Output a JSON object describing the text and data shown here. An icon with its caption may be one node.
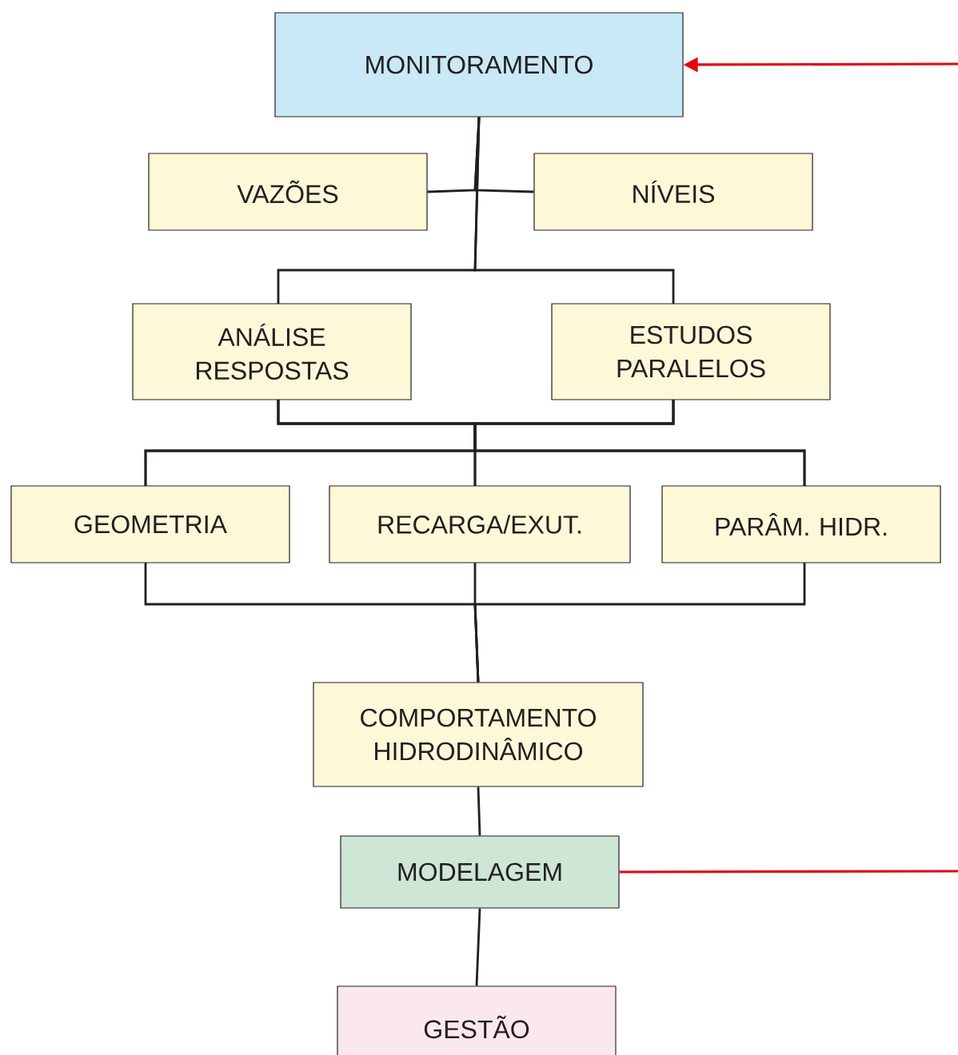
{
  "diagram": {
    "nodes": [
      {
        "text": [
          "MONITORAMENTO"
        ]
      },
      {
        "text": [
          "VAZÕES"
        ]
      },
      {
        "text": [
          "NÍVEIS"
        ]
      },
      {
        "text": [
          "ANÁLISE RESPOSTAS"
        ]
      },
      {
        "text": [
          "ESTUDOS PARALELOS"
        ]
      },
      {
        "text": [
          "GEOMETRIA"
        ]
      },
      {
        "text": [
          "RECARGA/EXUT."
        ]
      },
      {
        "text": [
          "PARÂM. HIDR."
        ]
      },
      {
        "text": [
          "COMPORTAMENTO HIDRODINÂMICO"
        ]
      },
      {
        "text": [
          "MODELAGEM"
        ]
      },
      {
        "text": [
          "GESTÃO"
        ]
      }
    ],
    "edges": [
      {
        "from": 1,
        "to": 0,
        "arrow": "none"
      },
      {
        "from": 2,
        "to": 0,
        "arrow": "none"
      },
      {
        "from": 0,
        "to": 3,
        "arrow": "none"
      },
      {
        "from": 0,
        "to": 4,
        "arrow": "none"
      },
      {
        "from": 3,
        "to": 5,
        "arrow": "none"
      },
      {
        "from": 3,
        "to": 6,
        "arrow": "none"
      },
      {
        "from": 3,
        "to": 7,
        "arrow": "none"
      },
      {
        "from": 4,
        "to": 5,
        "arrow": "none"
      },
      {
        "from": 4,
        "to": 6,
        "arrow": "none"
      },
      {
        "from": 4,
        "to": 7,
        "arrow": "none"
      },
      {
        "from": 5,
        "to": 8,
        "arrow": "none"
      },
      {
        "from": 6,
        "to": 8,
        "arrow": "none"
      },
      {
        "from": 7,
        "to": 8,
        "arrow": "none"
      },
      {
        "from": 8,
        "to": 9,
        "arrow": "none"
      },
      {
        "from": 9,
        "to": 10,
        "arrow": "none"
      },
      {
        "from": null,
        "to": 0,
        "arrow": "to",
        "color": "#e30613"
      },
      {
        "from": 9,
        "to": null,
        "arrow": "none",
        "color": "#e30613"
      }
    ]
  }
}
